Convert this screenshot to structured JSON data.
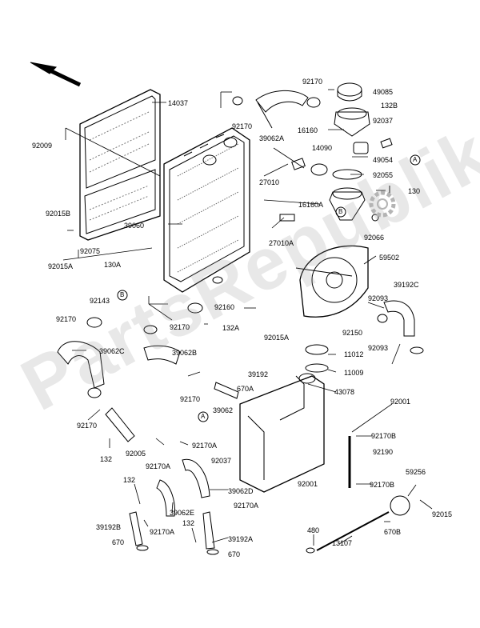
{
  "labels": {
    "l14037": "14037",
    "l92009": "92009",
    "l92015B": "92015B",
    "l92075": "92075",
    "l130A": "130A",
    "l92015A_l": "92015A",
    "l92143": "92143",
    "l92170_a": "92170",
    "l39062C": "39062C",
    "l92170_b": "92170",
    "l132_l": "132",
    "l92005": "92005",
    "l92170A_a": "92170A",
    "l132_m": "132",
    "l39192B": "39192B",
    "l670_l": "670",
    "l92170A_b": "92170A",
    "l39062E": "39062E",
    "l132_b": "132",
    "l670_b": "670",
    "l39192A": "39192A",
    "l92170A_c": "92170A",
    "l39062D": "39062D",
    "l92037_m": "92037",
    "l39062": "39062",
    "l92170A_d": "92170A",
    "l92170_c": "92170",
    "l670A": "670A",
    "l39192": "39192",
    "l39062B": "39062B",
    "l132A": "132A",
    "l92170_d": "92170",
    "l92160": "92160",
    "l39060": "39060",
    "l92170_t": "92170",
    "l92170_t2": "92170",
    "l39062A": "39062A",
    "l16160": "16160",
    "l49085": "49085",
    "l132B": "132B",
    "l92037_t": "92037",
    "l14090": "14090",
    "l49054": "49054",
    "l27010": "27010",
    "l92055": "92055",
    "l16160A": "16160A",
    "l130": "130",
    "l27010A": "27010A",
    "l92066": "92066",
    "l59502": "59502",
    "l39192C": "39192C",
    "l92093_a": "92093",
    "l92093_b": "92093",
    "l92015A_r": "92015A",
    "l92150": "92150",
    "l11012": "11012",
    "l11009": "11009",
    "l43078": "43078",
    "l92001_a": "92001",
    "l92170B_a": "92170B",
    "l92190": "92190",
    "l92001_b": "92001",
    "l92170B_b": "92170B",
    "l59256": "59256",
    "l92015": "92015",
    "l670B": "670B",
    "l480": "480",
    "l13107": "13107",
    "callout_a": "A",
    "callout_b": "B"
  },
  "watermark": "PartsRepublik",
  "colors": {
    "line": "#000000",
    "watermark": "#969696"
  }
}
